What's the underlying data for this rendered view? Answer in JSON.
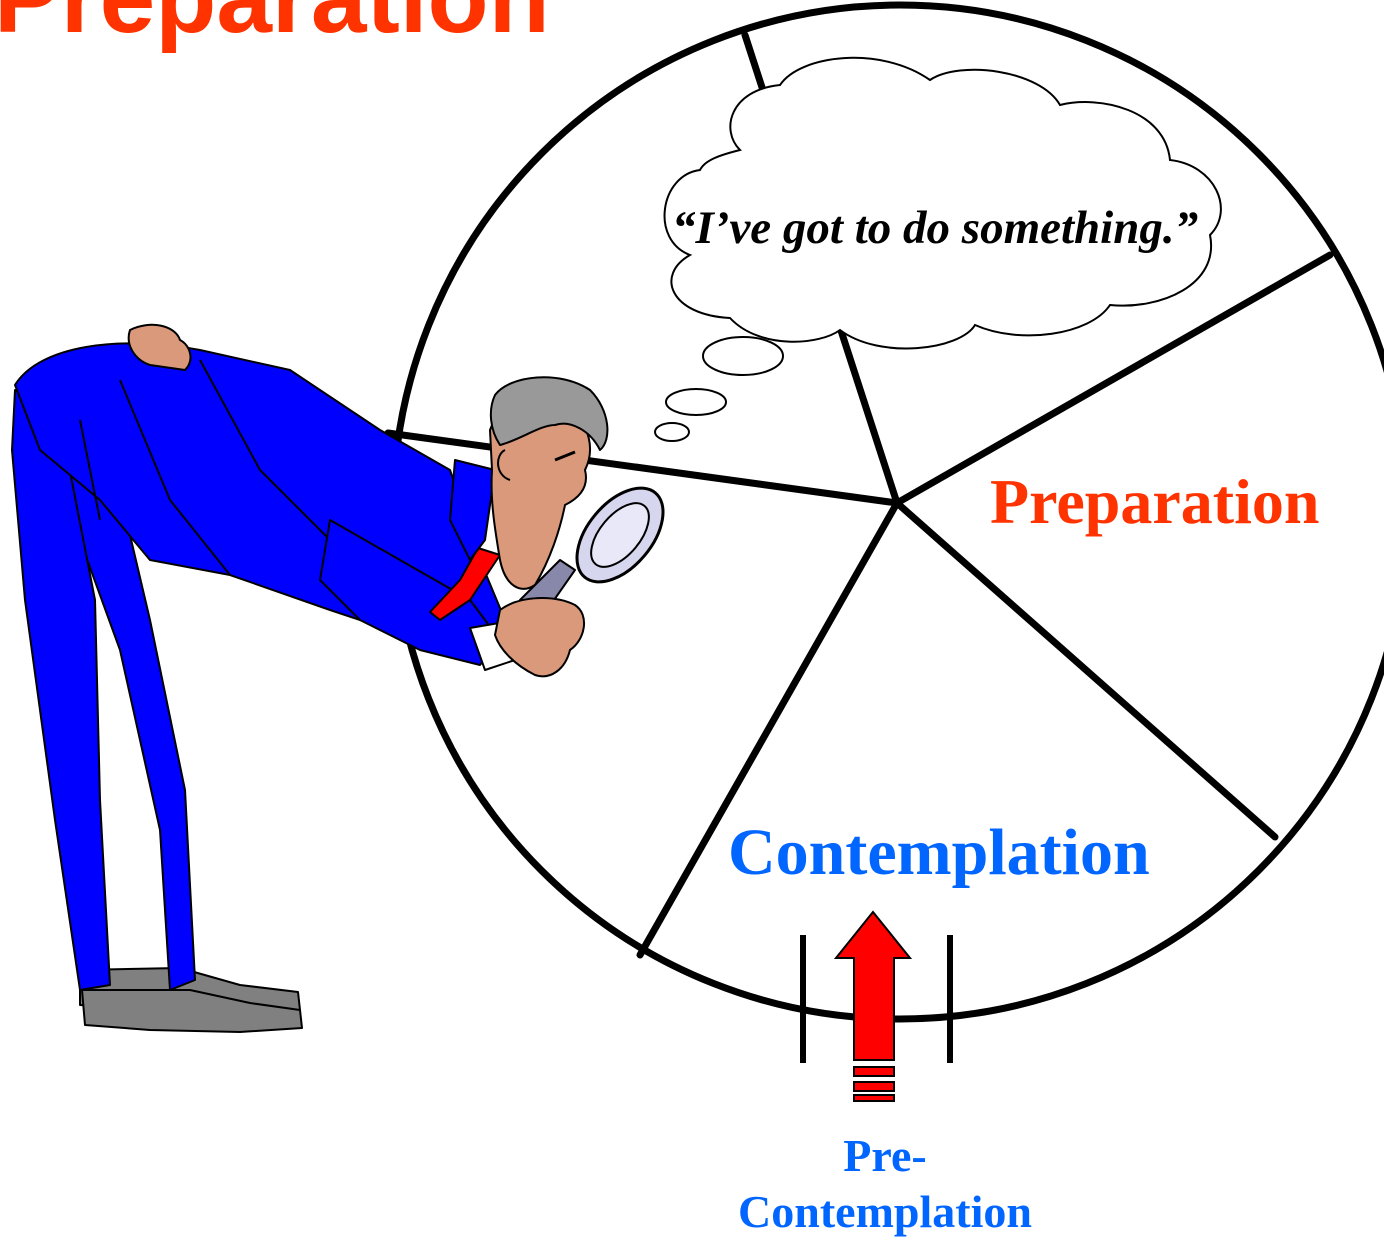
{
  "title": "Preparation",
  "thought_bubble": "“I’ve got to do something.”",
  "wheel": {
    "stage_right": "Preparation",
    "stage_bottom": "Contemplation",
    "entry_label_line1": "Pre-",
    "entry_label_line2": "Contemplation"
  },
  "colors": {
    "title": "#FF3300",
    "preparation": "#FF3300",
    "contemplation": "#0066FF",
    "precontemplation": "#0066FF",
    "arrow": "#FF0000",
    "suit": "#0000FF",
    "skin": "#D9997A",
    "hair": "#999999",
    "tie": "#FF0000",
    "shoes": "#808080"
  },
  "icons": [
    "businessman-with-magnifier-icon",
    "thought-cloud-icon",
    "up-arrow-icon"
  ]
}
